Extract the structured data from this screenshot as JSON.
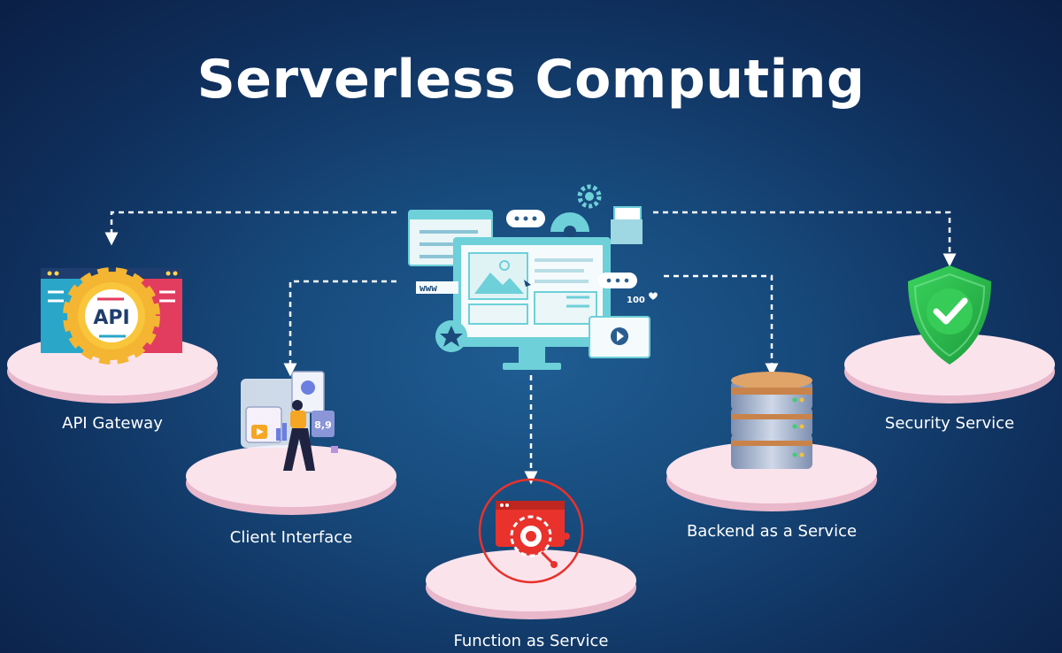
{
  "title": "Serverless Computing",
  "nodes": {
    "api_gateway": {
      "label": "API Gateway",
      "icon_text": "API"
    },
    "client_interface": {
      "label": "Client Interface",
      "icon_text": "8,9"
    },
    "function_as_service": {
      "label": "Function as Service"
    },
    "backend_as_service": {
      "label": "Backend as a Service"
    },
    "security_service": {
      "label": "Security Service"
    }
  },
  "hub": {
    "url_text": "www",
    "likes_text": "100"
  },
  "colors": {
    "background": "#133f70",
    "platform": "#fbe3ec",
    "platform_edge": "#e9b8cb",
    "shield": "#2fc24e",
    "faas_red": "#e8322b",
    "db_gold": "#e0a368"
  }
}
